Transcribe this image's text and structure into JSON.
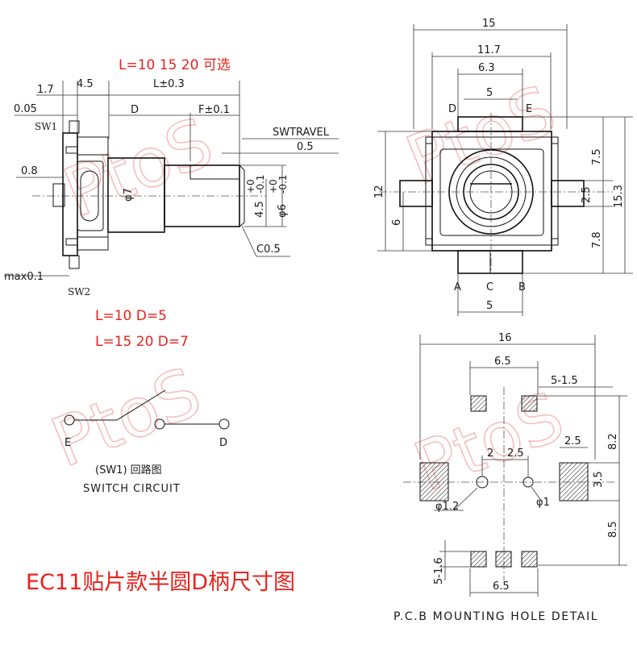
{
  "texts": {
    "length_options": "L=10  15  20 可选",
    "note_l10": "L=10  D=5",
    "note_l15": "L=15  20  D=7",
    "caption": "EC11贴片款半圆D柄尺寸图",
    "pcb_caption": "P.C.B MOUNTING HOLE DETAIL",
    "switch_circuit_cn": "(SW1) 回路图",
    "switch_circuit_en": "SWITCH  CIRCUIT",
    "watermark": "PtoS"
  },
  "side_view": {
    "dims": {
      "d1_7": "1.7",
      "d4_5": "4.5",
      "dL": "L±0.3",
      "d0_05": "0.05",
      "dD": "D",
      "dF": "F±0.1",
      "sw1": "SW1",
      "swtravel": "SWTRAVEL",
      "d0_5": "0.5",
      "d0_8": "0.8",
      "phi7": "φ7",
      "tol45": "4.5",
      "tol6": "φ6",
      "c05": "C0.5",
      "max01": "max0.1",
      "sw2": "SW2",
      "tp1": "+0",
      "tm1": "-0.1"
    }
  },
  "front_view": {
    "dims": {
      "d15": "15",
      "d11_7": "11.7",
      "d6_3": "6.3",
      "d5": "5",
      "D": "D",
      "E": "E",
      "d12": "12",
      "d6": "6",
      "d7_5": "7.5",
      "d2_5": "2.5",
      "d15_3": "15.3",
      "d7_8": "7.8",
      "A": "A",
      "C": "C",
      "B": "B",
      "d5b": "5"
    }
  },
  "circuit": {
    "labels": {
      "E": "E",
      "D": "D"
    }
  },
  "pcb": {
    "dims": {
      "d16": "16",
      "d6_5": "6.5",
      "d5_15": "5-1.5",
      "d8_2": "8.2",
      "d2": "2",
      "d2_5": "2.5",
      "d2_5b": "2.5",
      "d3_5": "3.5",
      "phi1_2": "φ1.2",
      "phi1": "φ1",
      "d8_5": "8.5",
      "d5_16": "5-1.6",
      "d6_5b": "6.5"
    }
  }
}
